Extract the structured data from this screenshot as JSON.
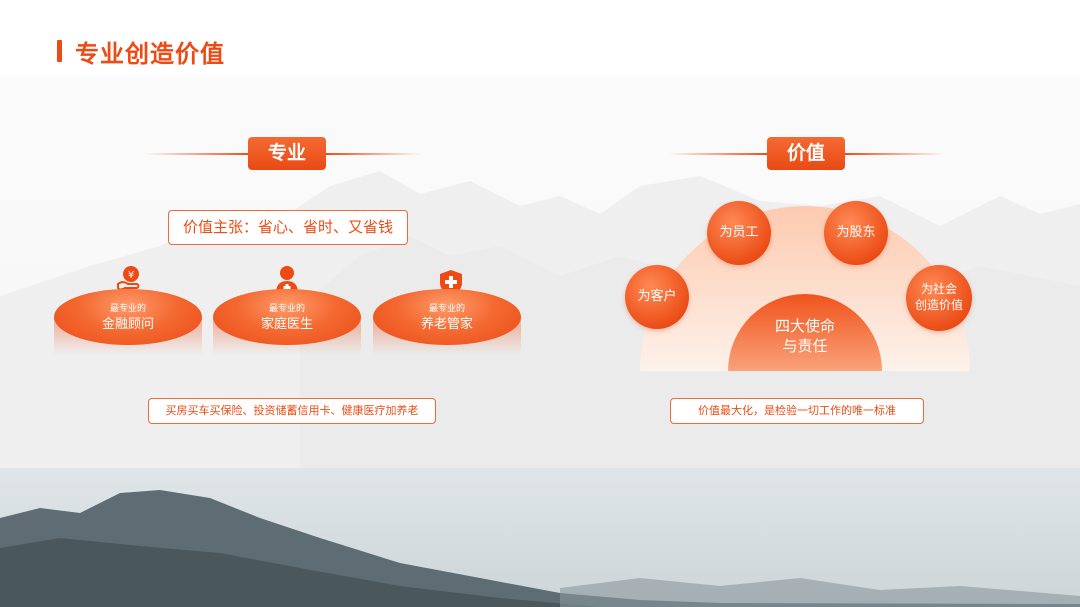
{
  "page_title": "专业创造价值",
  "left": {
    "header": "专业",
    "value_prop": "价值主张：省心、省时、又省钱",
    "cards": [
      {
        "small": "最专业的",
        "label": "金融顾问",
        "icon": "yen-hand-icon"
      },
      {
        "small": "最专业的",
        "label": "家庭医生",
        "icon": "doctor-icon"
      },
      {
        "small": "最专业的",
        "label": "养老管家",
        "icon": "medical-shield-icon"
      }
    ],
    "caption": "买房买车买保险、投资储蓄信用卡、健康医疗加养老"
  },
  "right": {
    "header": "价值",
    "center": {
      "line1": "四大使命",
      "line2": "与责任"
    },
    "circles": [
      "为员工",
      "为股东",
      "为客户"
    ],
    "circle_society": {
      "line1": "为社会",
      "line2": "创造价值"
    },
    "caption": "价值最大化，是检验一切工作的唯一标准"
  },
  "colors": {
    "accent": "#ee4b14",
    "accent_light": "#f46a32"
  }
}
